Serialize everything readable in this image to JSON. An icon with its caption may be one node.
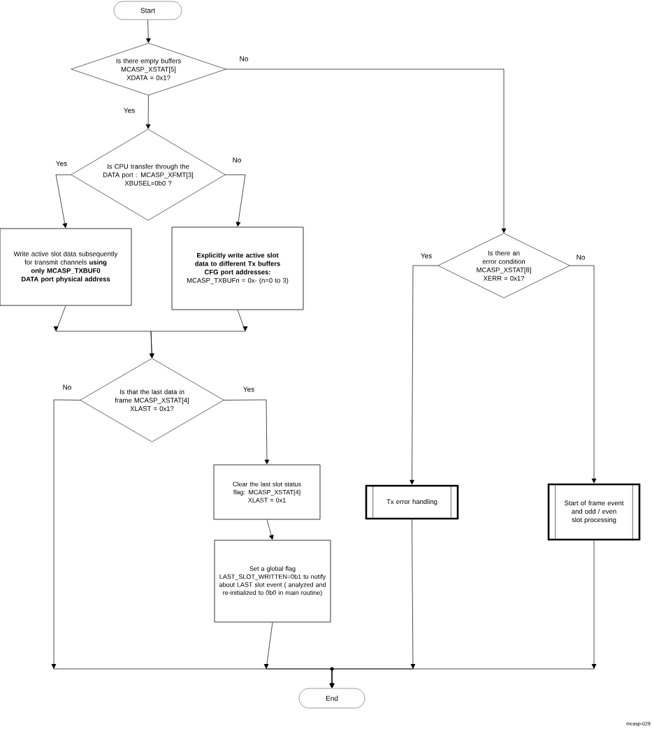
{
  "diagram": {
    "nodes": [
      {
        "text": [
          "Start"
        ]
      },
      {
        "text": [
          "Is there empty buffers MCASP_XSTAT[5] XDATA = 0x1?"
        ]
      },
      {
        "text": [
          "Is CPU transfer through the DATA port : MCASP_XFMT[3] XBUSEL=0b0 ?"
        ]
      },
      {
        "text": [
          "Write active slot data subsequently for transmit channels **using only MCASP_TXBUF0 DATA port physical address**"
        ]
      },
      {
        "text": [
          "**Explicitly write active slot data to different Tx buffers CFG port addresses:** MCASP_TXBUFn = 0x- (n=0 to 3)"
        ]
      },
      {
        "text": [
          "Is that the last data in frame MCASP_XSTAT[4] XLAST = 0x1?"
        ]
      },
      {
        "text": [
          "Clear the last slot status flag: MCASP_XSTAT[4] XLAST = 0x1"
        ]
      },
      {
        "text": [
          "Set a global flag LAST_SLOT_WRITTEN=0b1 to notify about LAST slot event ( analyzed and re-initialized to 0b0 in main routine)"
        ]
      },
      {
        "text": [
          "Is there an error condition MCASP_XSTAT[8] XERR = 0x1?"
        ]
      },
      {
        "text": [
          "Tx error handling"
        ]
      },
      {
        "text": [
          "Start of frame event and odd / even slot processing"
        ]
      },
      {
        "text": [
          "End"
        ]
      }
    ],
    "edges": [
      {
        "from": 0,
        "to": 1,
        "arrow": "to"
      },
      {
        "from": 1,
        "to": 2,
        "arrow": "to",
        "label": "Yes"
      },
      {
        "from": 1,
        "to": 8,
        "arrow": "to",
        "label": "No"
      },
      {
        "from": 2,
        "to": 3,
        "arrow": "to",
        "label": "Yes"
      },
      {
        "from": 2,
        "to": 4,
        "arrow": "to",
        "label": "No"
      },
      {
        "from": 3,
        "to": 5,
        "arrow": "to"
      },
      {
        "from": 4,
        "to": 5,
        "arrow": "to"
      },
      {
        "from": 5,
        "to": 6,
        "arrow": "to",
        "label": "Yes"
      },
      {
        "from": 6,
        "to": 7,
        "arrow": "to"
      },
      {
        "from": 5,
        "to": 11,
        "arrow": "to",
        "label": "No"
      },
      {
        "from": 7,
        "to": 11,
        "arrow": "to"
      },
      {
        "from": 8,
        "to": 9,
        "arrow": "to",
        "label": "Yes"
      },
      {
        "from": 8,
        "to": 10,
        "arrow": "to",
        "label": "No"
      },
      {
        "from": 9,
        "to": 11,
        "arrow": "to"
      },
      {
        "from": 10,
        "to": 11,
        "arrow": "to"
      }
    ],
    "labels": [
      "mcasp-029"
    ]
  }
}
